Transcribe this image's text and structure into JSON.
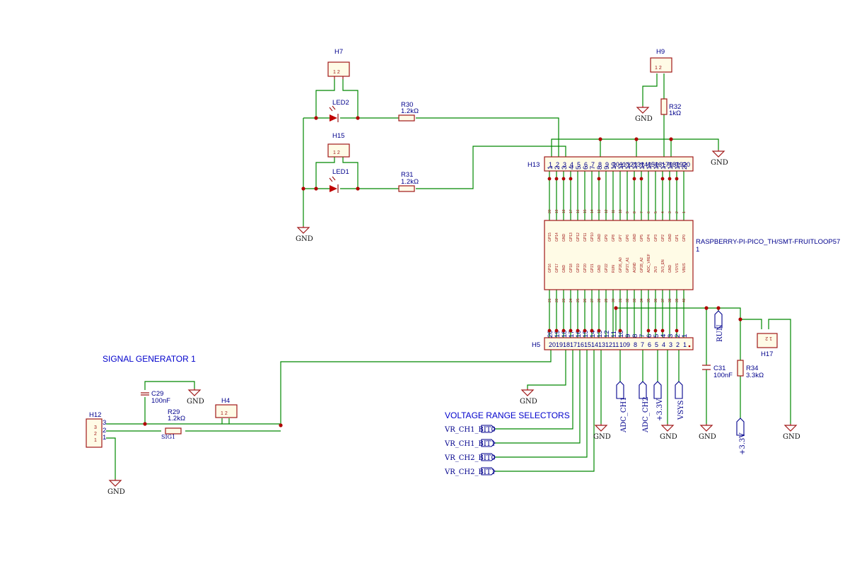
{
  "sections": {
    "signal_generator": "SIGNAL GENERATOR 1",
    "voltage_range": "VOLTAGE RANGE SELECTORS"
  },
  "module": {
    "name": "RASPBERRY-PI-PICO_TH/SMT-FRUITLOOP57",
    "index": "1",
    "top_pins": [
      "GP15",
      "GP14",
      "GND",
      "GP13",
      "GP12",
      "GP11",
      "GP10",
      "GND",
      "GP9",
      "GP8",
      "GP7",
      "GP6",
      "GND",
      "GP5",
      "GP4",
      "GP3",
      "GP2",
      "GND",
      "GP1",
      "GP0"
    ],
    "top_nums": [
      "20",
      "19",
      "18",
      "17",
      "16",
      "15",
      "14",
      "13",
      "12",
      "11",
      "10",
      "9",
      "8",
      "7",
      "6",
      "5",
      "4",
      "3",
      "2",
      "1"
    ],
    "bottom_pins": [
      "GP16",
      "GP17",
      "GND",
      "GP18",
      "GP19",
      "GP20",
      "GP21",
      "GND",
      "GP22",
      "RUN",
      "GP26_A0",
      "GP27_A1",
      "AGND",
      "GP28_A2",
      "ADC_VREF",
      "3V3",
      "3V3_EN",
      "GND",
      "VSYS",
      "VBUS"
    ],
    "bottom_nums": [
      "21",
      "22",
      "23",
      "24",
      "25",
      "26",
      "27",
      "28",
      "29",
      "30",
      "31",
      "32",
      "33",
      "34",
      "35",
      "36",
      "37",
      "38",
      "39",
      "40"
    ]
  },
  "headers": {
    "h13": "H13",
    "h13_pins": [
      "1",
      "2",
      "3",
      "4",
      "5",
      "6",
      "7",
      "8",
      "9",
      "10",
      "11",
      "12",
      "13",
      "14",
      "15",
      "16",
      "17",
      "18",
      "19",
      "20"
    ],
    "h5": "H5",
    "h5_pins": [
      "20",
      "19",
      "18",
      "17",
      "16",
      "15",
      "14",
      "13",
      "12",
      "11",
      "10",
      "9",
      "8",
      "7",
      "6",
      "5",
      "4",
      "3",
      "2",
      "1"
    ],
    "h7": "H7",
    "h15": "H15",
    "h9": "H9",
    "h4": "H4",
    "h17": "H17",
    "h12": "H12"
  },
  "parts": {
    "led2": "LED2",
    "led1": "LED1",
    "r30": "R30",
    "r30_val": "1.2kΩ",
    "r31": "R31",
    "r31_val": "1.2kΩ",
    "r32": "R32",
    "r32_val": "1kΩ",
    "r29": "R29",
    "r29_val": "1.2kΩ",
    "r34": "R34",
    "r34_val": "3.3kΩ",
    "c29": "C29",
    "c29_val": "100nF",
    "c31": "C31",
    "c31_val": "100nF",
    "sig1": "SIG1"
  },
  "nets": {
    "gnd": "GND",
    "adc_ch1": "ADC_CH1",
    "adc_ch2": "ADC_CH2",
    "v33": "+3.3V",
    "vsys": "VSYS",
    "run": "RUN",
    "vr": [
      "VR_CH1_BIT0",
      "VR_CH1_BIT1",
      "VR_CH2_BIT0",
      "VR_CH2_BIT1"
    ]
  },
  "colors": {
    "wire": "#008800",
    "symbol": "#a01818",
    "text": "#00008c",
    "junction": "#b00000",
    "title": "#0000cc"
  }
}
